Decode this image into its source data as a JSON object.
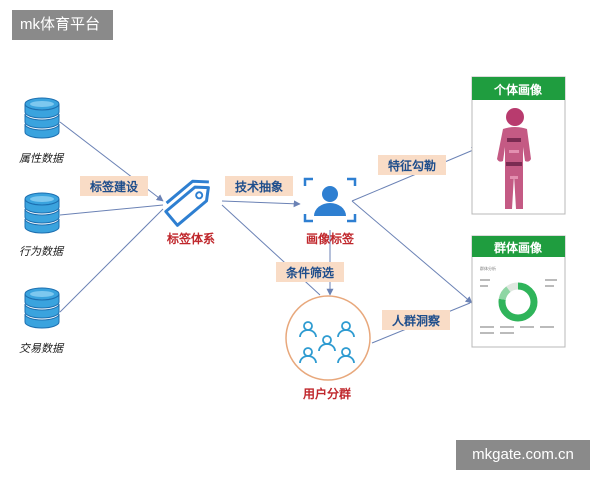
{
  "watermark_top": "mk体育平台",
  "watermark_bottom": "mkgate.com.cn",
  "sources": [
    "属性数据",
    "行为数据",
    "交易数据"
  ],
  "edges": {
    "tag_build": "标签建设",
    "tech_abstract": "技术抽象",
    "condition_filter": "条件筛选",
    "feature_outline": "特征勾勒",
    "group_insight": "人群洞察"
  },
  "nodes": {
    "tag_system": "标签体系",
    "portrait_tag": "画像标签",
    "user_segment": "用户分群"
  },
  "cards": {
    "individual": "个体画像",
    "group": "群体画像",
    "group_chart_title": "群体分析"
  },
  "colors": {
    "accent_blue": "#2e7fd1",
    "db_blue": "#3aa3de",
    "label_bg": "#f9dcc6",
    "label_text": "#1f4e8c",
    "node_text": "#c0282d",
    "card_green": "#1f9d3f",
    "arrow": "#6b82b5"
  },
  "icons": [
    "database-icon",
    "tag-icon",
    "portrait-icon",
    "user-group-icon",
    "human-silhouette-image"
  ]
}
